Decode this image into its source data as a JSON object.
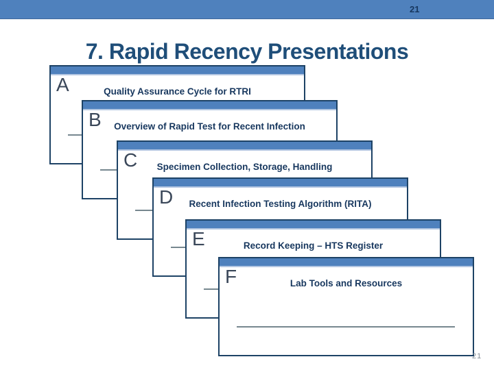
{
  "topbar": {
    "page_indicator": "21"
  },
  "slide": {
    "title": "7. Rapid Recency Presentations"
  },
  "cards": [
    {
      "letter": "A",
      "title": "Quality Assurance Cycle for RTRI"
    },
    {
      "letter": "B",
      "title": "Overview of Rapid Test for Recent Infection"
    },
    {
      "letter": "C",
      "title": "Specimen Collection, Storage, Handling"
    },
    {
      "letter": "D",
      "title": "Recent Infection Testing Algorithm (RITA)"
    },
    {
      "letter": "E",
      "title": "Record Keeping – HTS Register"
    },
    {
      "letter": "F",
      "title": "Lab Tools and Resources"
    }
  ],
  "footer": {
    "page_number": "21"
  },
  "colors": {
    "accent_blue": "#4f81bd",
    "card_border": "#1d4265",
    "main_title_text": "#1f4e79",
    "card_title_text": "#17375e",
    "divider_line": "#76878f"
  }
}
